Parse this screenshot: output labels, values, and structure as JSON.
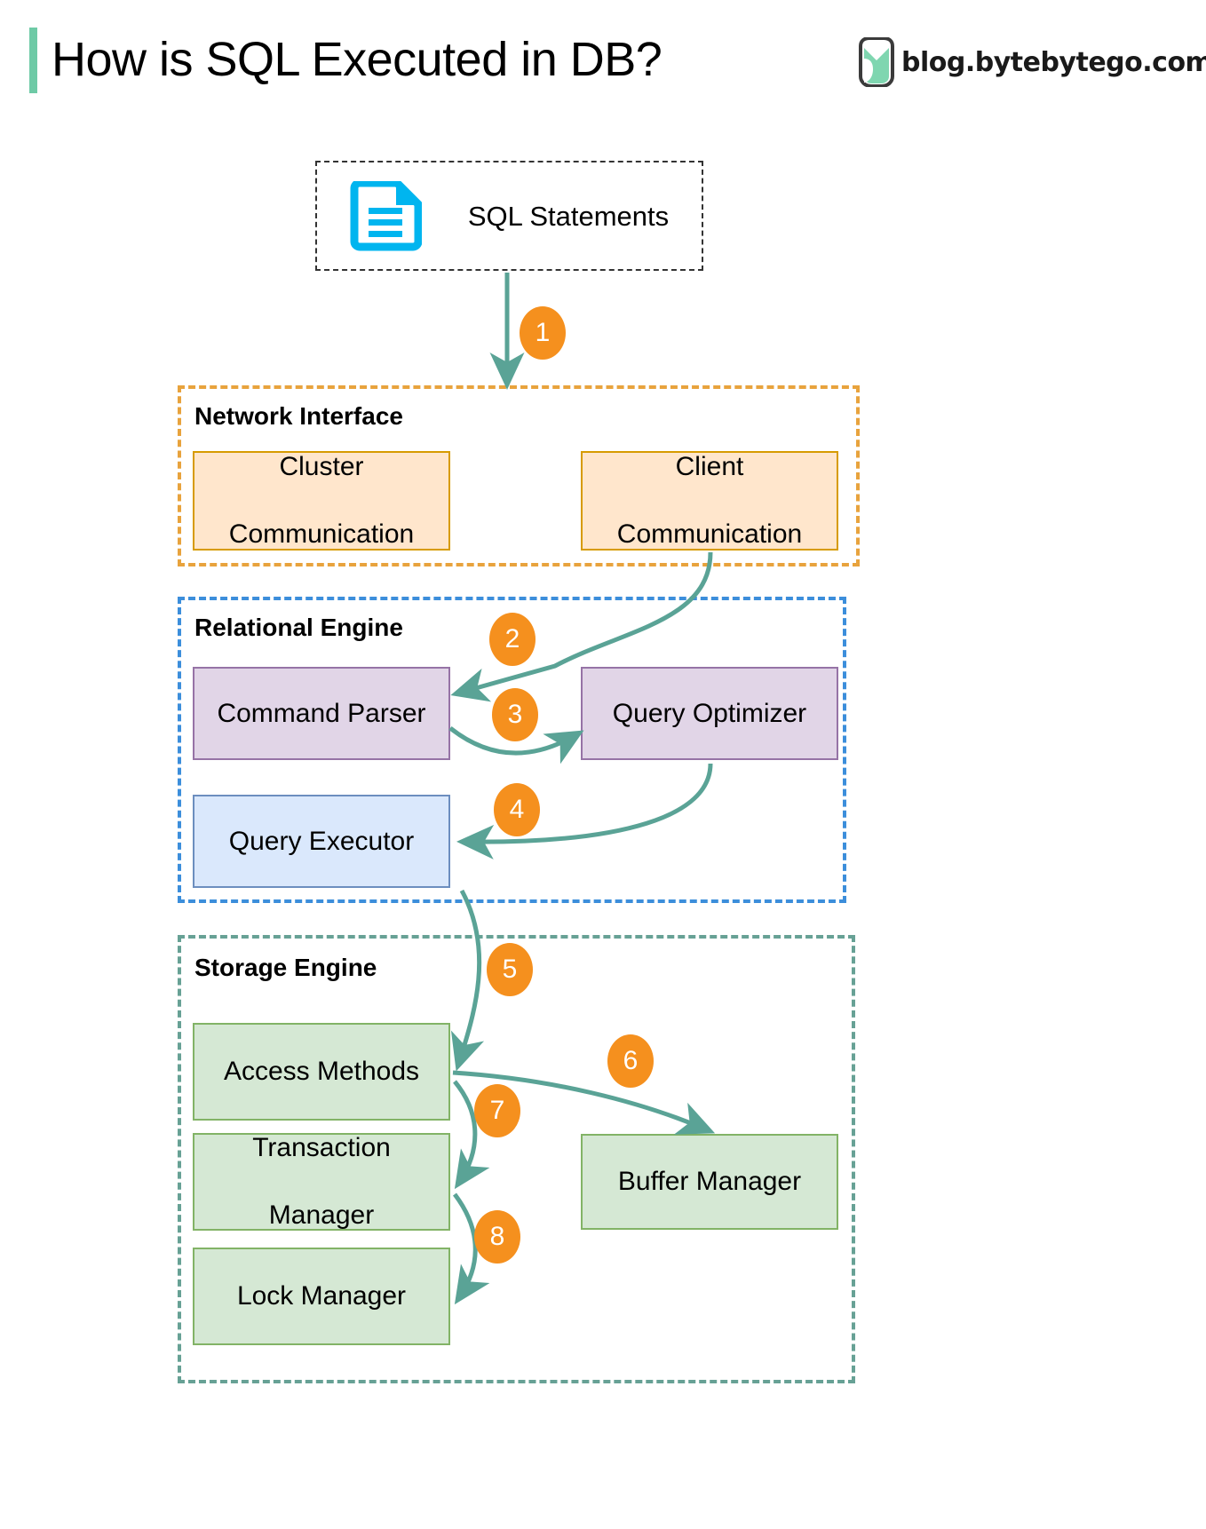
{
  "header": {
    "title": "How is SQL Executed in DB?",
    "brand_text": "blog.bytebytego.com",
    "accent_color": "#6ecaa6"
  },
  "source": {
    "label": "SQL Statements",
    "icon": "document-icon",
    "icon_color": "#00b5ef",
    "container_border": "#333333"
  },
  "groups": [
    {
      "id": "network-interface",
      "title": "Network Interface",
      "border_color": "#e8a33d",
      "nodes": [
        {
          "id": "cluster-communication",
          "label": "Cluster\nCommunication",
          "fill": "#ffe6cc",
          "stroke": "#d79b00"
        },
        {
          "id": "client-communication",
          "label": "Client\nCommunication",
          "fill": "#ffe6cc",
          "stroke": "#d79b00"
        }
      ]
    },
    {
      "id": "relational-engine",
      "title": "Relational Engine",
      "border_color": "#3c8edb",
      "nodes": [
        {
          "id": "command-parser",
          "label": "Command Parser",
          "fill": "#e1d5e7",
          "stroke": "#9673a6"
        },
        {
          "id": "query-optimizer",
          "label": "Query Optimizer",
          "fill": "#e1d5e7",
          "stroke": "#9673a6"
        },
        {
          "id": "query-executor",
          "label": "Query Executor",
          "fill": "#dae8fc",
          "stroke": "#6c8ebf"
        }
      ]
    },
    {
      "id": "storage-engine",
      "title": "Storage Engine",
      "border_color": "#67a195",
      "nodes": [
        {
          "id": "access-methods",
          "label": "Access Methods",
          "fill": "#d5e8d4",
          "stroke": "#82b366"
        },
        {
          "id": "transaction-manager",
          "label": "Transaction\nManager",
          "fill": "#d5e8d4",
          "stroke": "#82b366"
        },
        {
          "id": "lock-manager",
          "label": "Lock Manager",
          "fill": "#d5e8d4",
          "stroke": "#82b366"
        },
        {
          "id": "buffer-manager",
          "label": "Buffer Manager",
          "fill": "#d5e8d4",
          "stroke": "#82b366"
        }
      ]
    }
  ],
  "nodes": {
    "cluster_communication": "Cluster\nCommunication",
    "cluster_communication_line1": "Cluster",
    "cluster_communication_line2": "Communication",
    "client_communication_line1": "Client",
    "client_communication_line2": "Communication",
    "command_parser": "Command Parser",
    "query_optimizer": "Query Optimizer",
    "query_executor": "Query Executor",
    "access_methods": "Access Methods",
    "transaction_manager_line1": "Transaction",
    "transaction_manager_line2": "Manager",
    "lock_manager": "Lock Manager",
    "buffer_manager": "Buffer Manager"
  },
  "group_titles": {
    "network_interface": "Network Interface",
    "relational_engine": "Relational Engine",
    "storage_engine": "Storage Engine"
  },
  "steps": [
    {
      "n": "1",
      "from": "sql-statements",
      "to": "network-interface"
    },
    {
      "n": "2",
      "from": "client-communication",
      "to": "command-parser"
    },
    {
      "n": "3",
      "from": "command-parser",
      "to": "query-optimizer"
    },
    {
      "n": "4",
      "from": "query-optimizer",
      "to": "query-executor"
    },
    {
      "n": "5",
      "from": "query-executor",
      "to": "access-methods"
    },
    {
      "n": "6",
      "from": "access-methods",
      "to": "buffer-manager"
    },
    {
      "n": "7",
      "from": "access-methods",
      "to": "transaction-manager"
    },
    {
      "n": "8",
      "from": "transaction-manager",
      "to": "lock-manager"
    }
  ],
  "step_labels": {
    "s1": "1",
    "s2": "2",
    "s3": "3",
    "s4": "4",
    "s5": "5",
    "s6": "6",
    "s7": "7",
    "s8": "8"
  },
  "colors": {
    "arrow": "#5aa396",
    "badge": "#f5901e",
    "badge_text": "#ffffff"
  }
}
